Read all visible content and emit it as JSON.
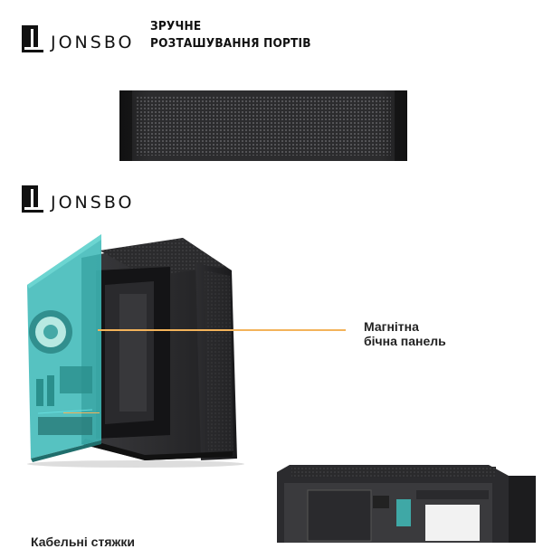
{
  "brand": {
    "logo_text": "JONSBO"
  },
  "section_ports": {
    "heading_line1": "ЗРУЧНЕ",
    "heading_line2": "РОЗТАШУВАННЯ ПОРТІВ"
  },
  "section_panel": {
    "feature_label_line1": "Магнітна",
    "feature_label_line2": "бічна панель"
  },
  "section_cables": {
    "feature_label": "Кабельні стяжки"
  },
  "colors": {
    "accent_pointer": "#f3b35a",
    "glass_teal": "#3fb9b8",
    "case_body": "#2a2a2c"
  }
}
